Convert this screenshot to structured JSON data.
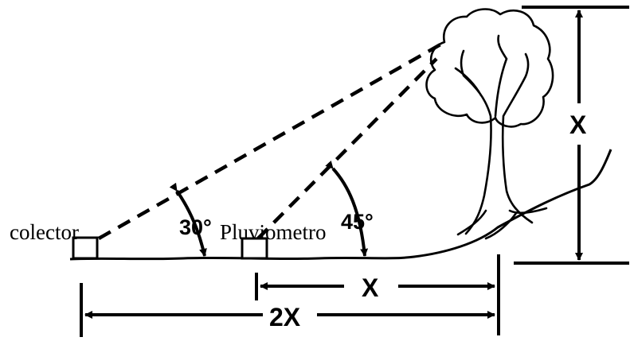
{
  "labels": {
    "collector": "colector",
    "rain_gauge": "Pluviometro",
    "angle_small": "30°",
    "angle_large": "45°",
    "tree_height": "X",
    "near_distance": "X",
    "far_distance": "2X"
  }
}
